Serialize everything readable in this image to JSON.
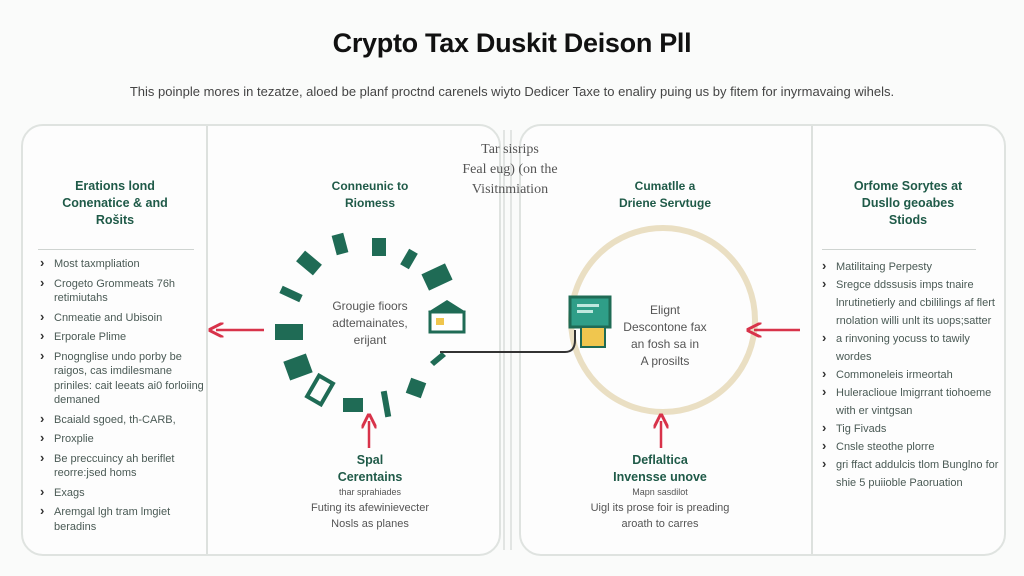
{
  "title": "Crypto Tax Duskit Deison Pll",
  "subtitle": "This poinple mores in tezatze, aloed be planf proctnd carenels wiyto Dedicer Taxe to enaliry puing us by fitem for inyrmavaing wihels.",
  "top_note": [
    "Tar sisrips",
    "Feal eug) (on the",
    "Visitnmiation"
  ],
  "left_sidebar": {
    "heading": [
      "Erations lond",
      "Conenatice & and",
      "Rošits"
    ],
    "items": [
      "Most taxmpliation",
      "Crogeto Grommeats 76h retimiutahs",
      "Cnmeatie and Ubisoin",
      "Erporale Plime",
      "Pnognglise undo porby be raigos, cas imdilesmane priniles: cait leeats ai0 forloiing demaned",
      "Bcaiald sgoed, th-CARB,",
      "Proxplie",
      "Be preccuincy ah beriflet reorre:jsed homs",
      "Exags",
      "Aremgal lgh tram lmgiet beradins"
    ]
  },
  "left_center": {
    "heading": [
      "Conneunic to",
      "Riomess"
    ],
    "circle_text": [
      "Grougie fioors",
      "adtemainates,",
      "erijant"
    ],
    "bottom_heading": [
      "Spal",
      "Cerentains"
    ],
    "bottom_text": [
      "thar sprahiades",
      "Futing its afewinievecter",
      "Nosls as planes"
    ]
  },
  "right_center": {
    "heading": [
      "Cumatlle a",
      "Driene Servtuge"
    ],
    "circle_text": [
      "Elignt",
      "Descontone fax",
      "an fosh sa in",
      "A prosilts"
    ],
    "bottom_heading": [
      "Deflaltica",
      "Invensse unove"
    ],
    "bottom_text": [
      "Mapn sasdilot",
      "Uigl its prose foir is preading",
      "aroath to carres"
    ]
  },
  "right_sidebar": {
    "heading": [
      "Orfome Sorytes at",
      "Dusllo geoabes",
      "Stiods"
    ],
    "items": [
      "Matilitaing Perpesty",
      "Sregce ddssusis imps tnaire lnrutinetierly and cbililings af flert rnolation willi unlt its uops;satter",
      "a rinvoning yocuss to tawily wordes",
      "Commoneleis irmeortah",
      "Huleraclioue lmigrrant tiohoeme with er vintgsan",
      "Tig Fivads",
      "Cnsle steothe plorre",
      "gri ffact addulcis tlom Bunglno for shie 5 puiioble Paoruation"
    ]
  },
  "colors": {
    "green": "#1f6b55",
    "red": "#d8334a",
    "beige": "#eadfc3",
    "yellow": "#f0c64e"
  }
}
